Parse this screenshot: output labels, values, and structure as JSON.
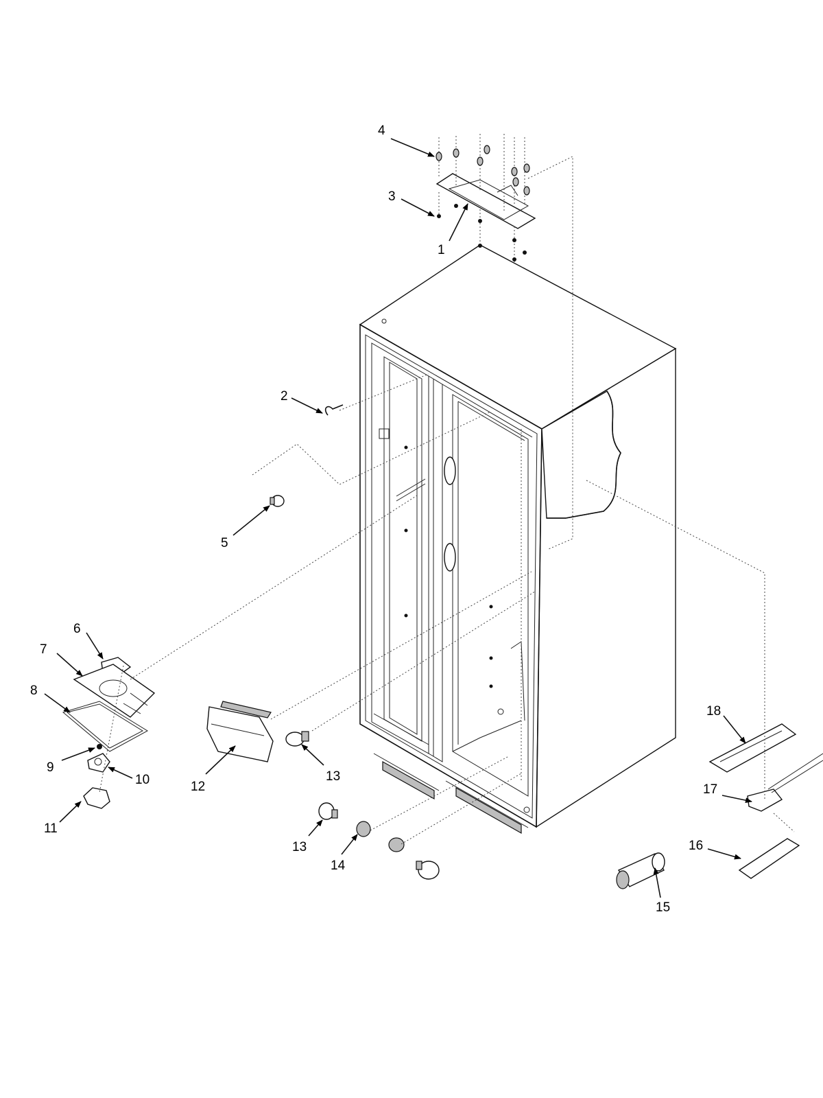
{
  "callouts": [
    "1",
    "2",
    "3",
    "4",
    "5",
    "6",
    "7",
    "8",
    "9",
    "10",
    "11",
    "12",
    "13",
    "13",
    "14",
    "15",
    "16",
    "17",
    "18"
  ],
  "colors": {
    "line": "#111111",
    "background": "#ffffff",
    "shade": "#bdbdbd"
  }
}
